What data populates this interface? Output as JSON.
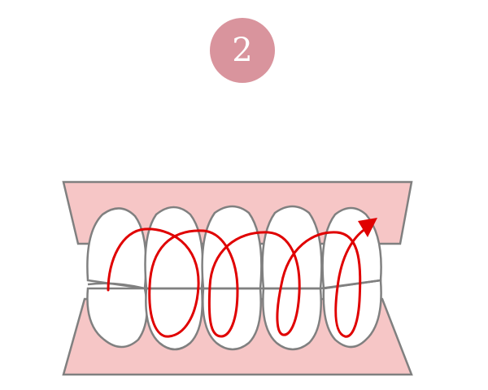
{
  "step": {
    "number": "2",
    "badge_color": "#d9949d",
    "text_color": "#ffffff"
  },
  "illustration": {
    "gum_color": "#f6c6c6",
    "tooth_fill": "#ffffff",
    "outline_color": "#808080",
    "brush_path_color": "#e00000",
    "icons": [
      "upper-teeth",
      "lower-teeth",
      "brushing-spiral-arrow"
    ]
  }
}
